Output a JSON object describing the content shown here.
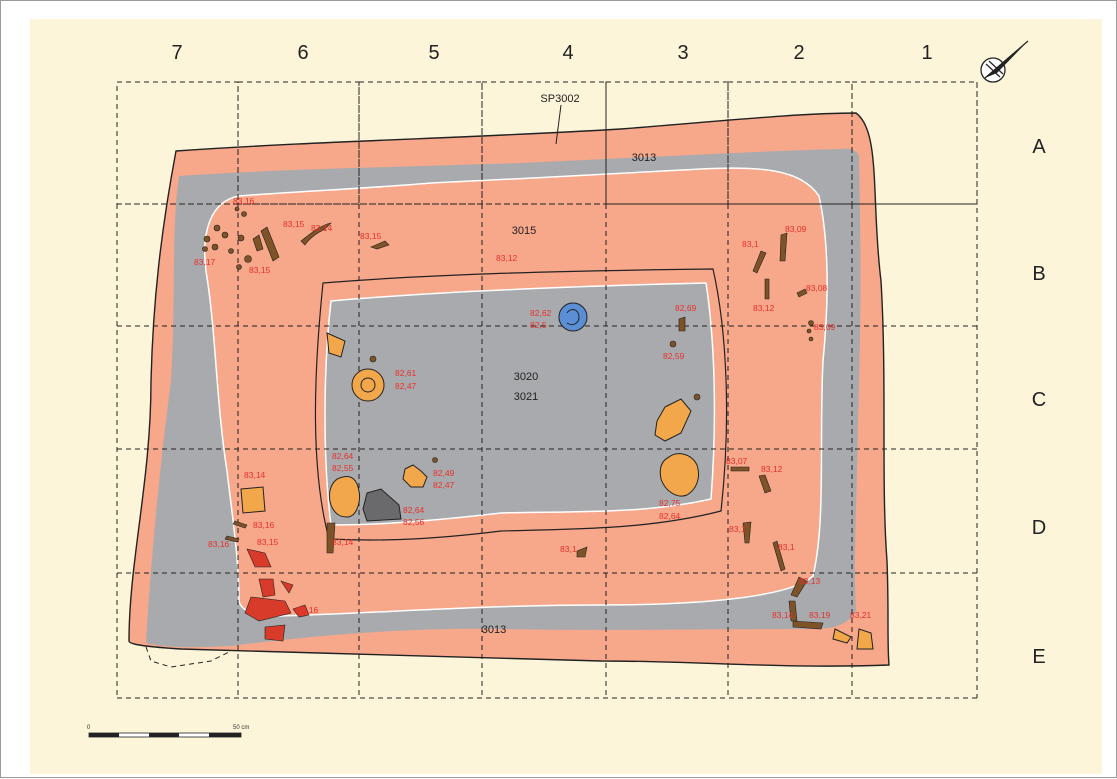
{
  "colors": {
    "background": "#fdf5d9",
    "pit_fill": "#f7a78a",
    "fill_layer_grey": "#a9aaad",
    "elevation_text": "#e8302c",
    "bone": "#7d5327",
    "pottery": "#f2a84a",
    "blue_vessel": "#5a8fd6",
    "red_sherds": "#d93b2a"
  },
  "grid": {
    "columns": [
      "7",
      "6",
      "5",
      "4",
      "3",
      "2",
      "1"
    ],
    "rows": [
      "A",
      "B",
      "C",
      "D",
      "E"
    ]
  },
  "contexts": {
    "cut": "SP3002",
    "outer_fill_top": "3013",
    "outer_fill_bottom": "3013",
    "middle_fill": "3015",
    "inner_fill_a": "3020",
    "inner_fill_b": "3021"
  },
  "elevations": [
    "83,16",
    "83,15",
    "83,14",
    "83,17",
    "83,15",
    "83,15",
    "83,12",
    "83,1",
    "83,09",
    "83,08",
    "83,12",
    "83,09",
    "82,62",
    "82,5",
    "82,69",
    "82,59",
    "82,61",
    "82,47",
    "82,64",
    "82,55",
    "82,49",
    "82,47",
    "82,64",
    "82,56",
    "83,07",
    "83,12",
    "82,75",
    "82,64",
    "83,14",
    "83,16",
    "83,15",
    "83,16",
    "83,14",
    "83,16",
    "83,1",
    "83,1",
    "83,1",
    "83,13",
    "83,14",
    "83,19",
    "83,21"
  ],
  "scale_bar": {
    "start": "0",
    "end": "50 cm"
  },
  "icons": {
    "north_arrow": "north-arrow-icon"
  }
}
